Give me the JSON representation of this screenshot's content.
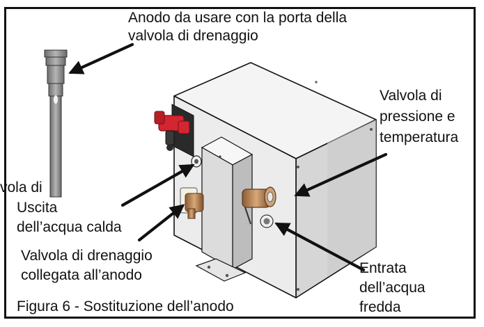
{
  "labels": {
    "anode_line1": "Anodo da usare con la porta della",
    "anode_line2": "valvola di drenaggio",
    "ptvalve_line1": "Valvola di",
    "ptvalve_line2": "pressione e",
    "ptvalve_line3": "temperatura",
    "cut_left": "vola di",
    "hot_line1": "Uscita",
    "hot_line2": "dell’acqua calda",
    "drain_line1": "Valvola di drenaggio",
    "drain_line2": "collegata all’anodo",
    "cold_line1": "Entrata",
    "cold_line2": "dell’acqua",
    "cold_line3": "fredda"
  },
  "caption": "Figura 6 - Sostituzione dell’anodo",
  "colors": {
    "outline": "#111111",
    "tank_light": "#f2f2f2",
    "tank_mid": "#d9d9d9",
    "tank_dark": "#bdbdbd",
    "anode_grey": "#8c8c8c",
    "valve_red": "#d32630",
    "brass": "#b8865a",
    "white_fitting": "#f4f0e6"
  }
}
